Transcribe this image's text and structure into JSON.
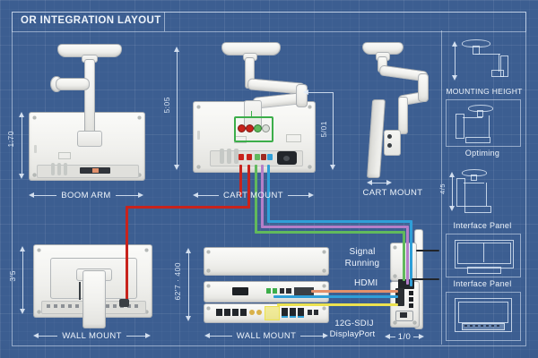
{
  "title": "OR INTEGRATION LAYOUT",
  "sections": {
    "boom_arm": {
      "label": "BOOM ARM",
      "height_dim": "1:70"
    },
    "cart_rear": {
      "label": "CART MOUNT",
      "left_dim": "5:05",
      "right_dim": "5/01"
    },
    "cart_side": {
      "label": "CART MOUNT"
    },
    "wall_monitor": {
      "label": "WALL MOUNT",
      "height_dim": "3'5"
    },
    "rack": {
      "label": "WALL MOUNT",
      "height_dim": "62'7 · 400"
    },
    "io_panel": {
      "label": "1/0"
    }
  },
  "annotations": {
    "signal": "Signal Running",
    "hdmi": "HDMI",
    "sdi": "12G-SDIJ",
    "displayport": "DisplayPort"
  },
  "sidebar": {
    "mounting_height": "MOUNTING HEIGHT",
    "optiming": "Optiming",
    "interface_panel_1": "Interface Panel",
    "interface_panel_2": "Interface Panel",
    "side_dim": "4/5"
  },
  "colors": {
    "background": "#3c5e91",
    "line": "#dfeaf6",
    "cable_red": "#c8231c",
    "cable_green": "#61b95c",
    "cable_blue": "#2f9fd8",
    "cable_yellow": "#ece24f",
    "cable_purple": "#b47fc8",
    "cable_orange": "#e2906b",
    "callout_green": "#3cae4a"
  }
}
